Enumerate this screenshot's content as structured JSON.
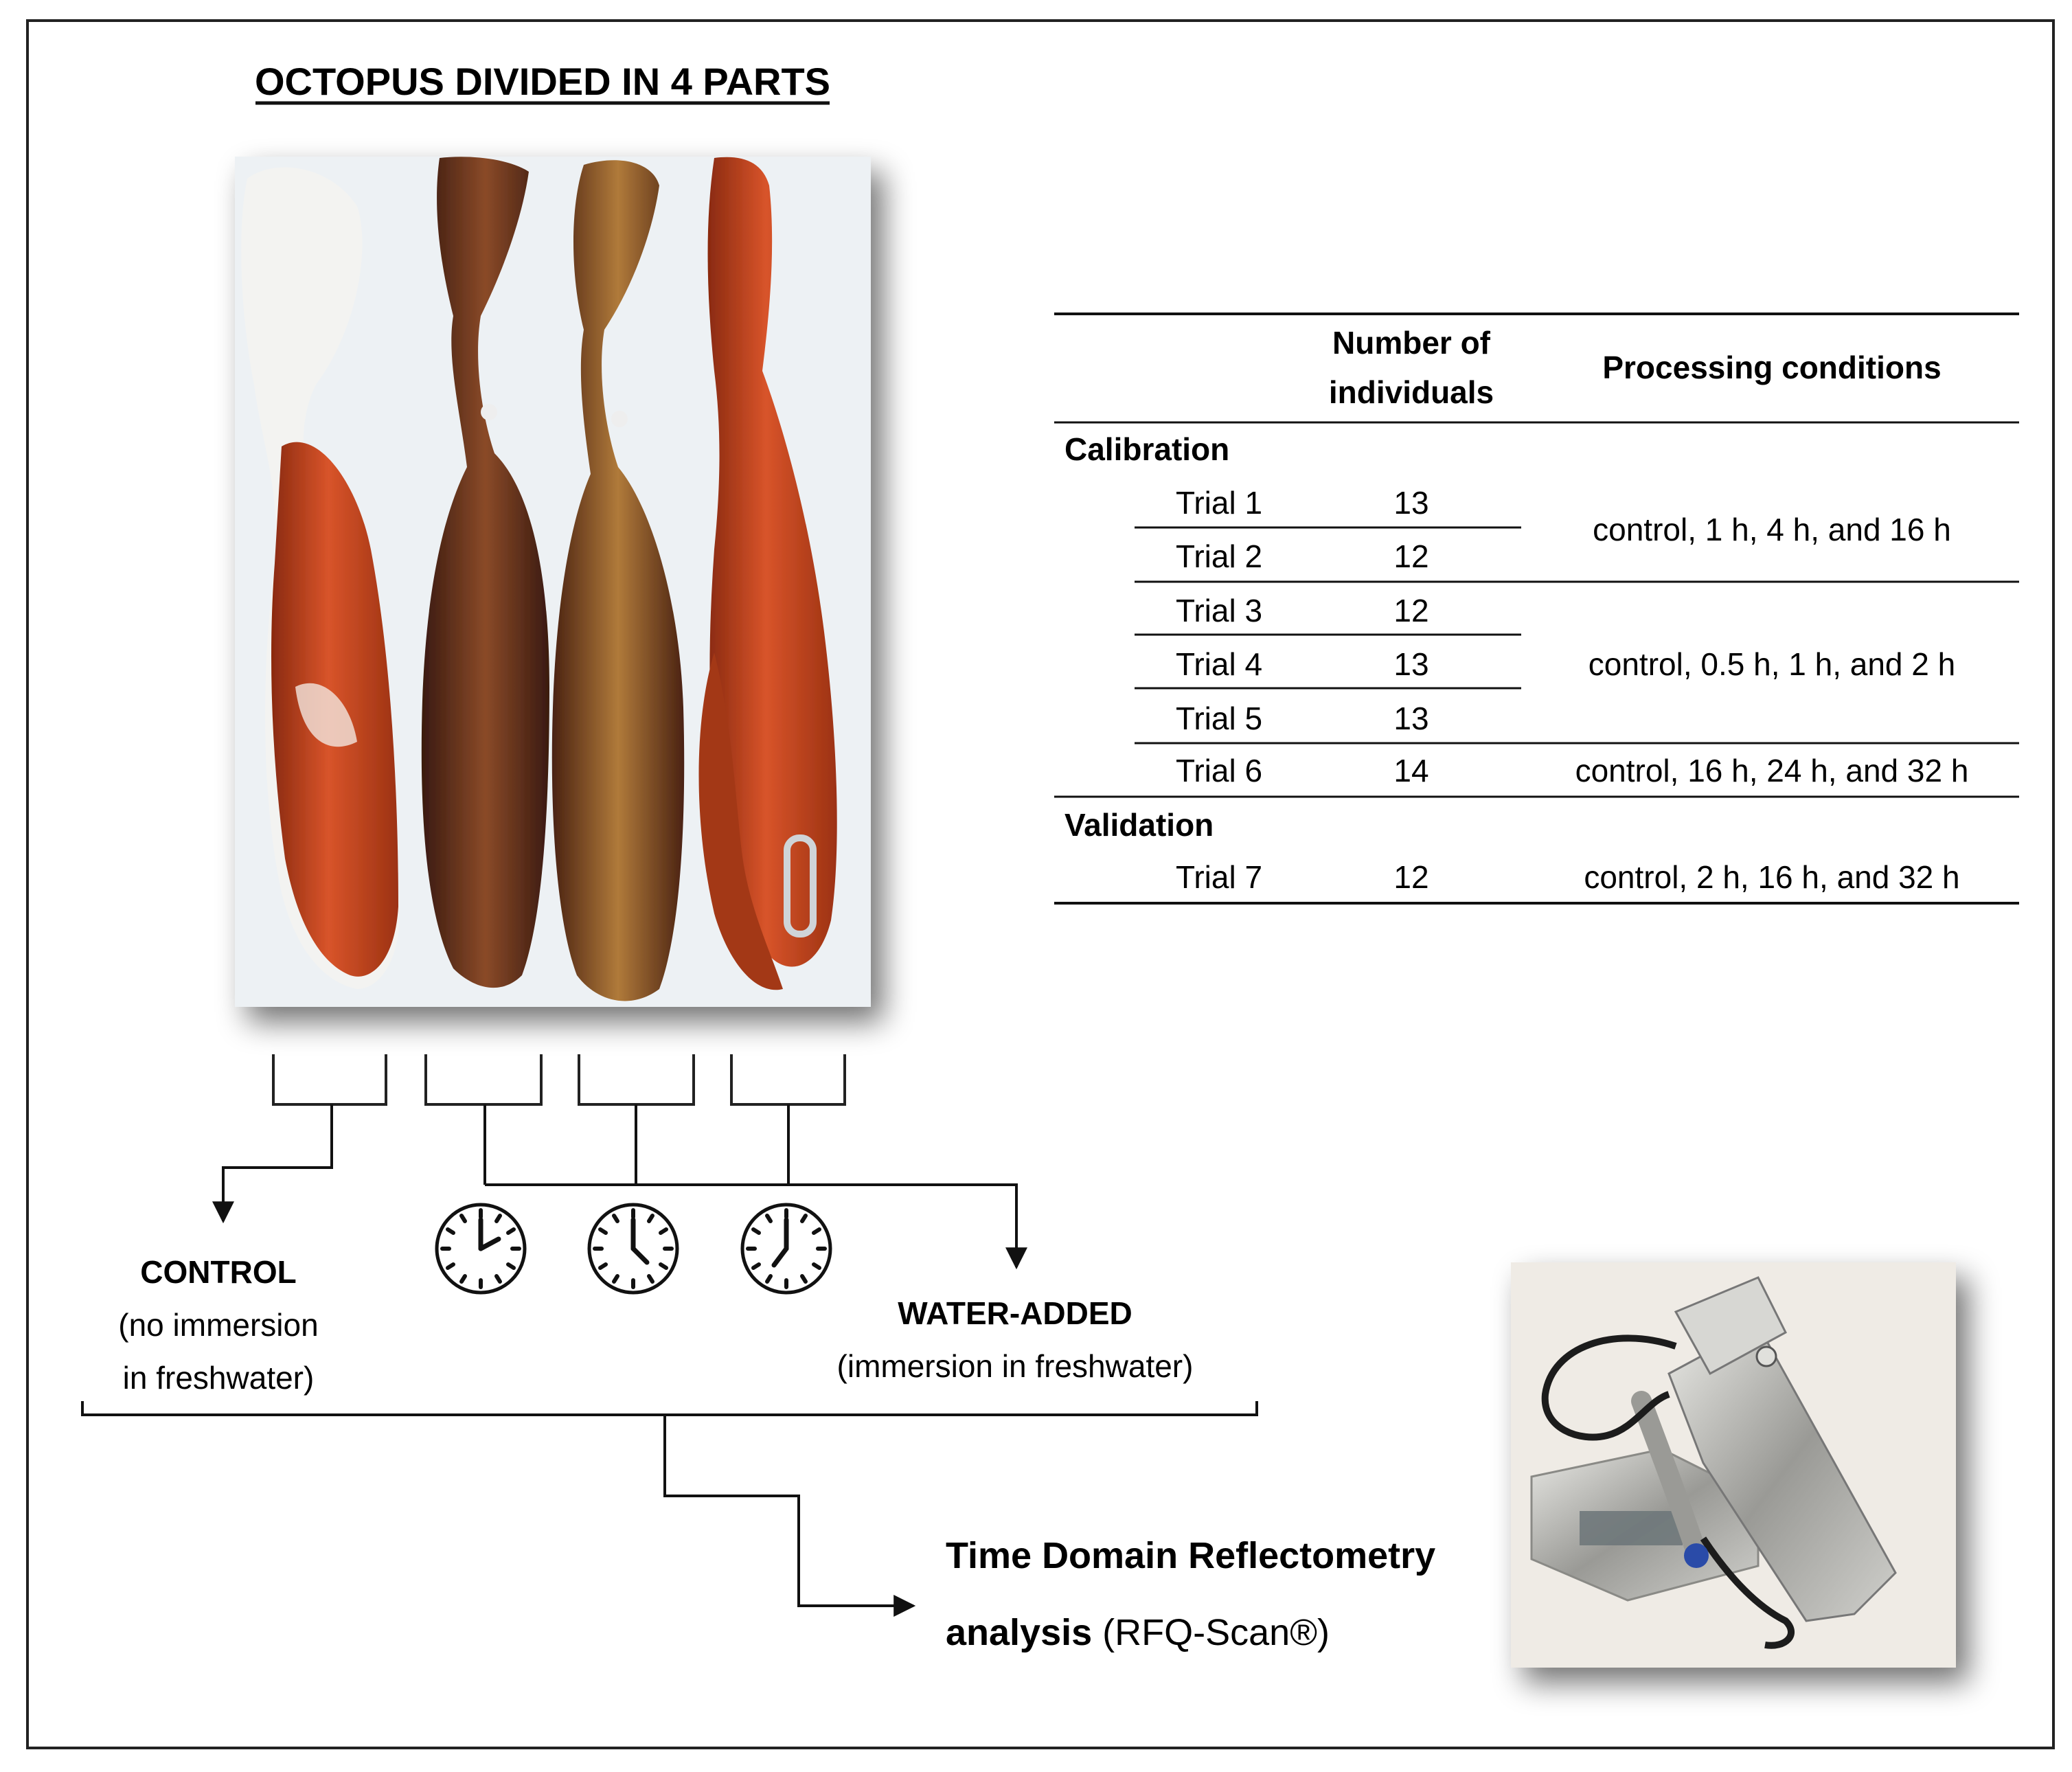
{
  "title": "OCTOPUS DIVIDED IN 4 PARTS",
  "table": {
    "header_count": [
      "Number of",
      "individuals"
    ],
    "header_conditions": "Processing conditions",
    "section_calibration": "Calibration",
    "section_validation": "Validation",
    "rows": [
      {
        "trial": "Trial 1",
        "n": "13"
      },
      {
        "trial": "Trial 2",
        "n": "12"
      },
      {
        "trial": "Trial 3",
        "n": "12"
      },
      {
        "trial": "Trial 4",
        "n": "13"
      },
      {
        "trial": "Trial 5",
        "n": "13"
      },
      {
        "trial": "Trial 6",
        "n": "14"
      },
      {
        "trial": "Trial 7",
        "n": "12"
      }
    ],
    "conditions": [
      "control, 1 h, 4 h, and 16 h",
      "control, 0.5 h, 1 h, and 2 h",
      "control, 16 h, 24 h, and 32 h",
      "control, 2 h, 16 h, and 32 h"
    ]
  },
  "control": {
    "label": "CONTROL",
    "note_line1": "(no immersion",
    "note_line2": "in freshwater)"
  },
  "water_added": {
    "label": "WATER-ADDED",
    "note": "(immersion in freshwater)"
  },
  "analysis": {
    "line1": "Time Domain Reflectometry",
    "line2_bold": "analysis",
    "line2_rest": " (RFQ-Scan®)"
  },
  "icons": {
    "clock": "clock-icon",
    "octopus_photo": "octopus-photo",
    "device_photo": "rfq-scan-device-photo"
  },
  "colors": {
    "octopus_orange": "#c2451c",
    "octopus_dark": "#5a2a18",
    "background_board": "#eef1f4",
    "metal": "#b9b9b4",
    "line": "#111111"
  }
}
